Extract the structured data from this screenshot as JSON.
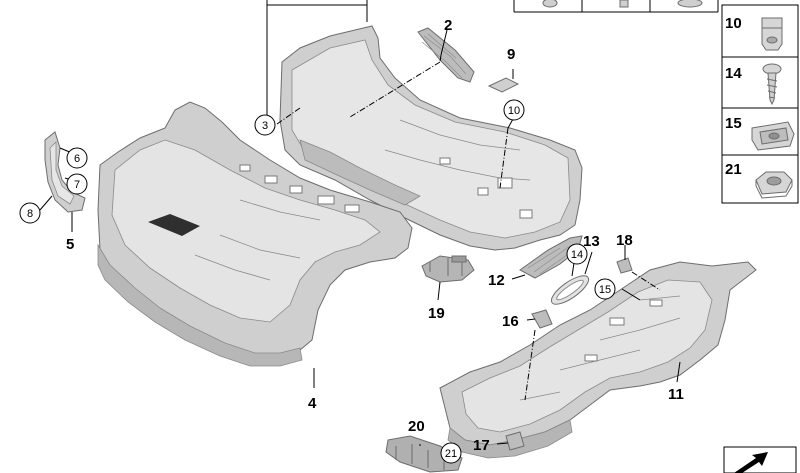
{
  "diagram": {
    "callouts": [
      {
        "id": "1",
        "label": ""
      },
      {
        "id": "2",
        "label": "2"
      },
      {
        "id": "3",
        "label": "3"
      },
      {
        "id": "4",
        "label": "4"
      },
      {
        "id": "5",
        "label": "5"
      },
      {
        "id": "6",
        "label": "6"
      },
      {
        "id": "7",
        "label": "7"
      },
      {
        "id": "8",
        "label": "8"
      },
      {
        "id": "9",
        "label": "9"
      },
      {
        "id": "10",
        "label": "10"
      },
      {
        "id": "11",
        "label": "11"
      },
      {
        "id": "12",
        "label": "12"
      },
      {
        "id": "13",
        "label": "13"
      },
      {
        "id": "14",
        "label": "14"
      },
      {
        "id": "15",
        "label": "15"
      },
      {
        "id": "16",
        "label": "16"
      },
      {
        "id": "17",
        "label": "17"
      },
      {
        "id": "18",
        "label": "18"
      },
      {
        "id": "19",
        "label": "19"
      },
      {
        "id": "20",
        "label": "20"
      },
      {
        "id": "21",
        "label": "21"
      }
    ],
    "fastener_table": [
      {
        "number": "10",
        "icon": "clip-nut-icon"
      },
      {
        "number": "14",
        "icon": "screw-icon"
      },
      {
        "number": "15",
        "icon": "spring-nut-icon"
      },
      {
        "number": "21",
        "icon": "hex-nut-icon"
      }
    ],
    "colors": {
      "part_fill": "#cfcfcf",
      "part_dark": "#a9a9a9",
      "part_light": "#e6e6e6",
      "outline": "#6d6d6d",
      "ink": "#000000"
    }
  }
}
